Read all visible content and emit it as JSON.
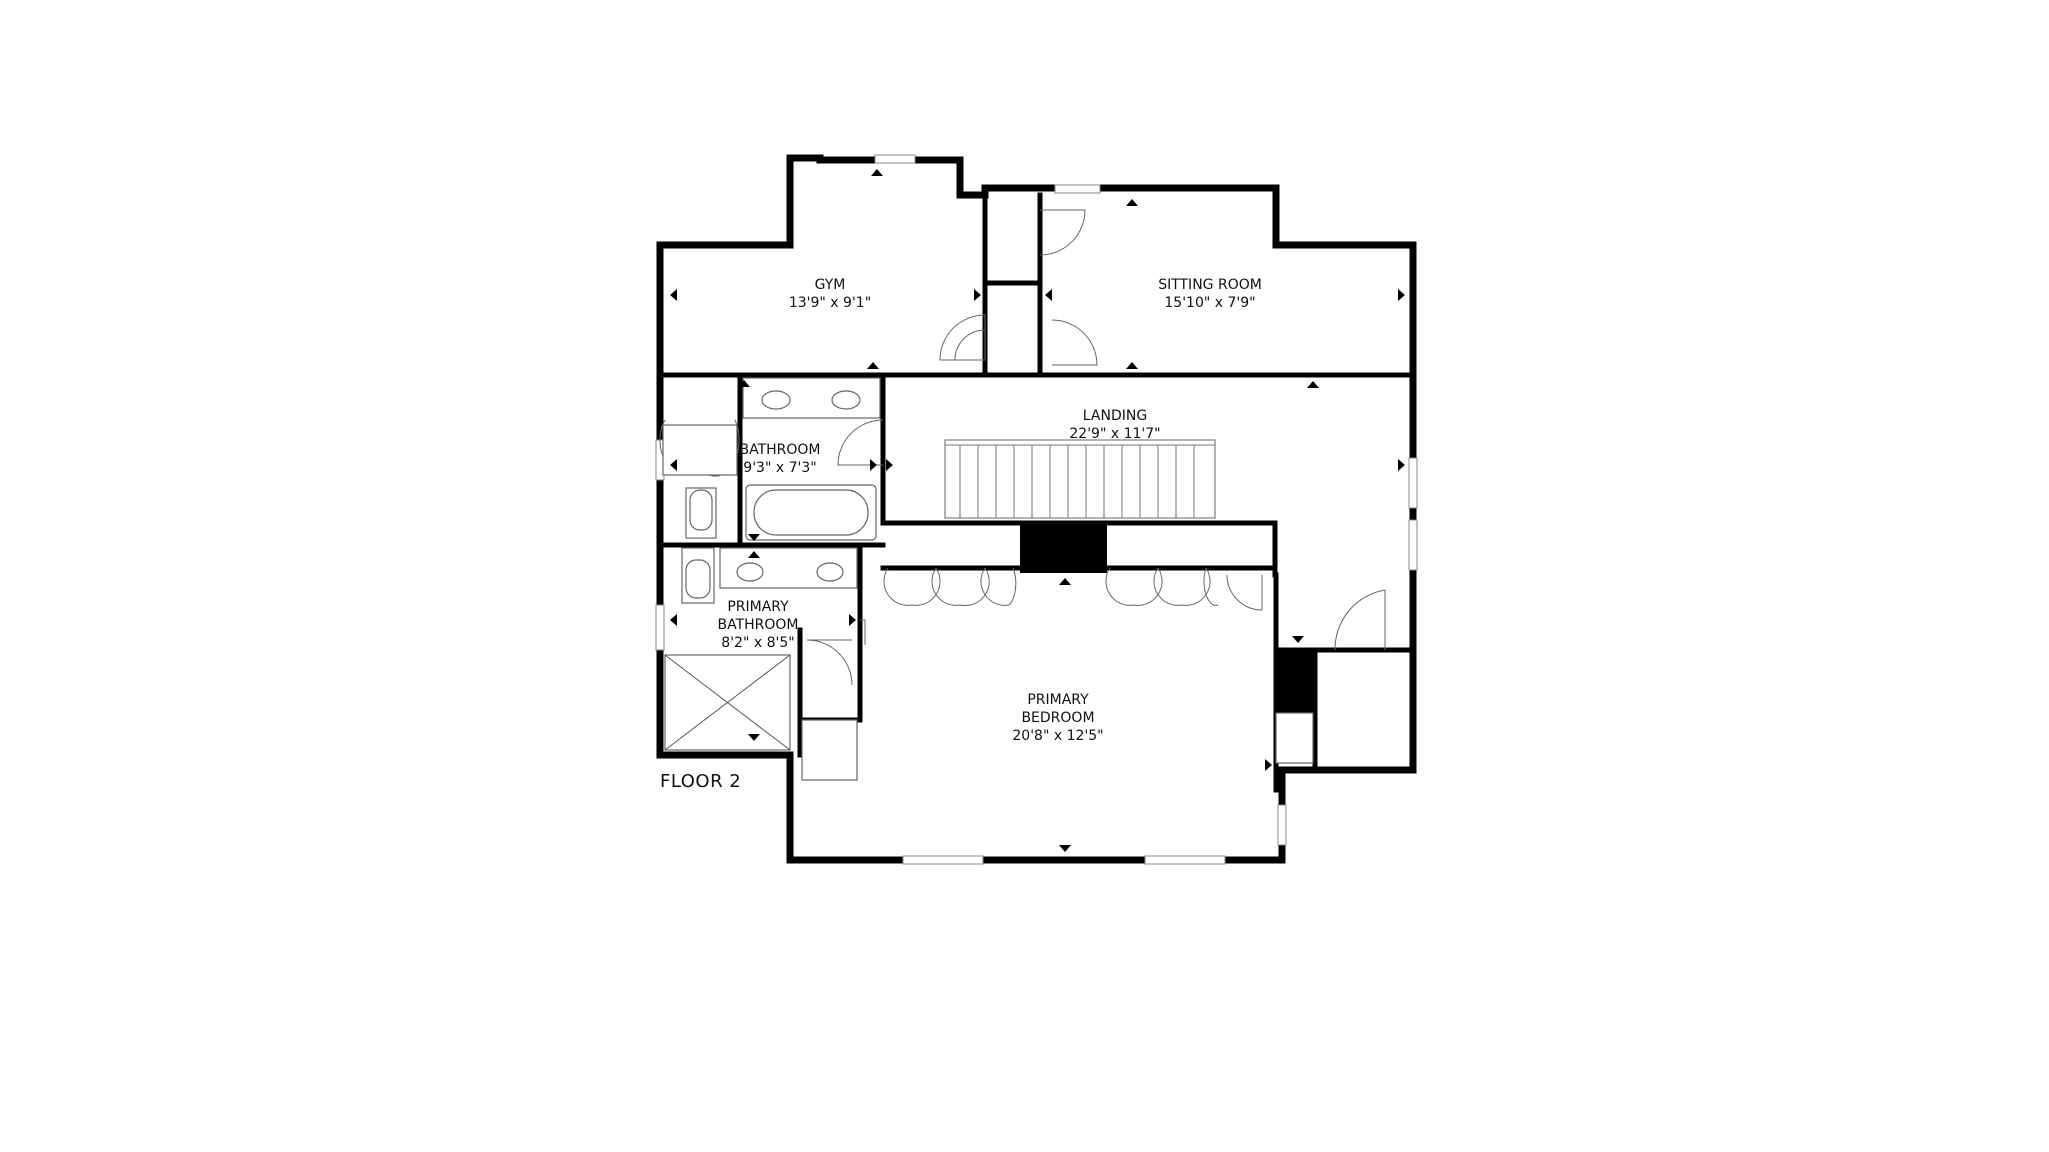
{
  "floor": {
    "label": "FLOOR 2"
  },
  "rooms": [
    {
      "id": "gym",
      "name_lines": [
        "GYM"
      ],
      "size": "13'9\" x 9'1\""
    },
    {
      "id": "sitting-room",
      "name_lines": [
        "SITTING ROOM"
      ],
      "size": "15'10\" x 7'9\""
    },
    {
      "id": "landing",
      "name_lines": [
        "LANDING"
      ],
      "size": "22'9\" x 11'7\""
    },
    {
      "id": "bathroom",
      "name_lines": [
        "BATHROOM"
      ],
      "size": "9'3\" x 7'3\""
    },
    {
      "id": "primary-bathroom",
      "name_lines": [
        "PRIMARY",
        "BATHROOM"
      ],
      "size": "8'2\" x 8'5\""
    },
    {
      "id": "primary-bedroom",
      "name_lines": [
        "PRIMARY",
        "BEDROOM"
      ],
      "size": "20'8\" x 12'5\""
    }
  ]
}
